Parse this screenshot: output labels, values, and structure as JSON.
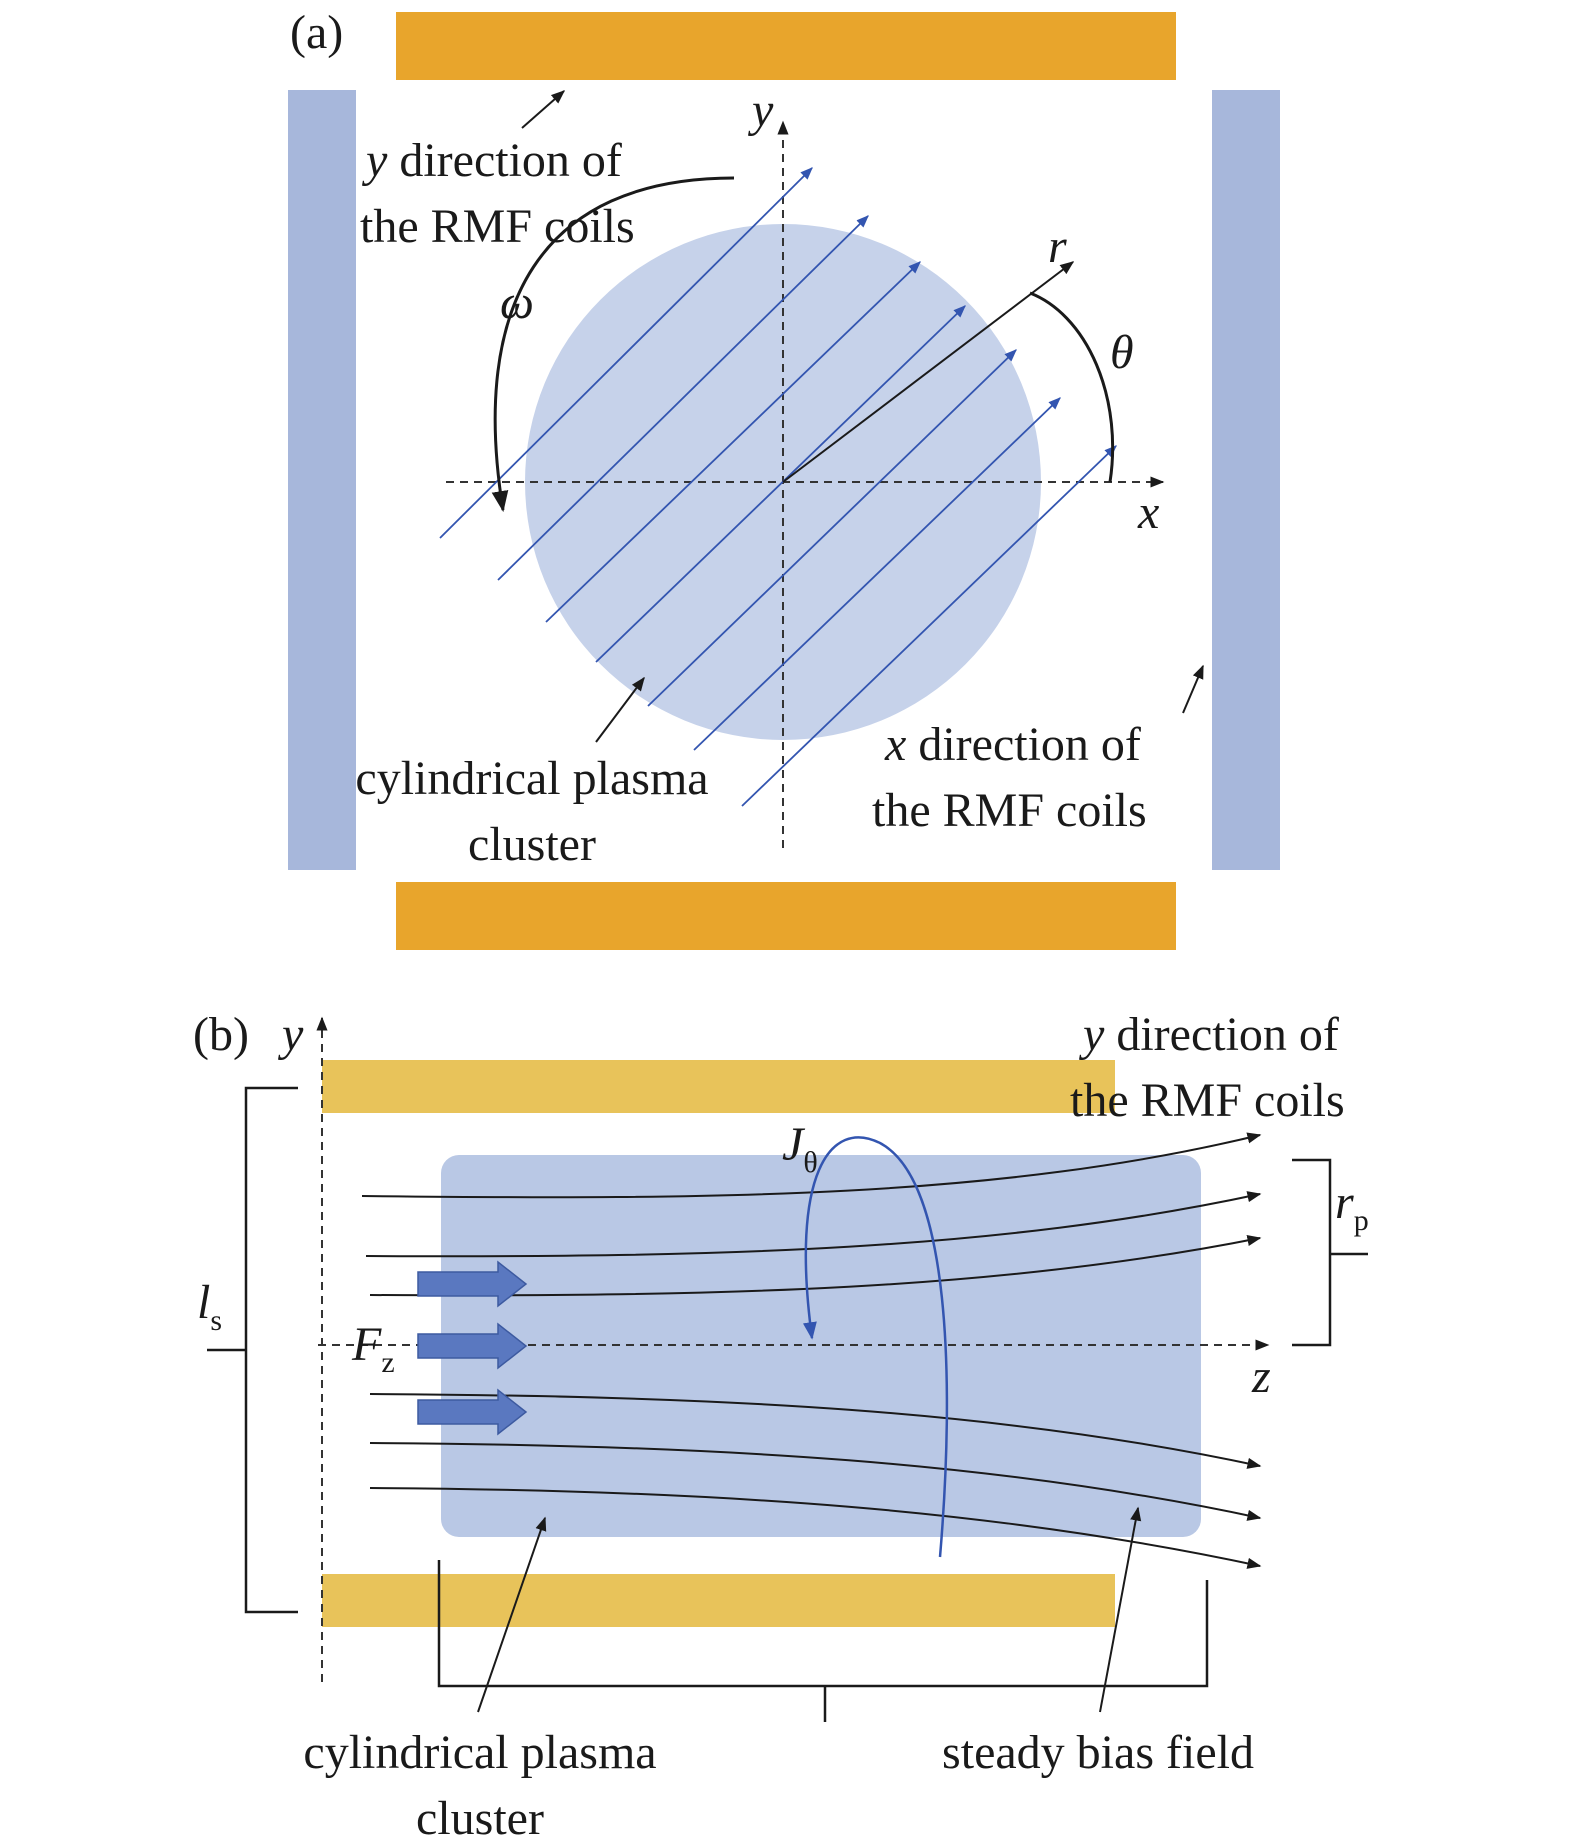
{
  "panel_a": {
    "tag": "(a)",
    "axis_x": "x",
    "axis_y": "y",
    "axis_r": "r",
    "angle_theta": "θ",
    "rotation_omega": "ω",
    "y_coils_var": "y",
    "y_coils_line1_rest": " direction of",
    "y_coils_line2": "the RMF coils",
    "x_coils_var": "x",
    "x_coils_line1_rest": " direction of",
    "x_coils_line2": "the RMF coils",
    "plasma_line1": "cylindrical plasma",
    "plasma_line2": "cluster"
  },
  "panel_b": {
    "tag": "(b)",
    "axis_y": "y",
    "axis_z": "z",
    "current_main": "J",
    "current_sub": "θ",
    "force_main": "F",
    "force_sub": "z",
    "length_main": "l",
    "length_sub": "s",
    "radius_main": "r",
    "radius_sub": "p",
    "y_coils_var": "y",
    "y_coils_line1_rest": " direction of",
    "y_coils_line2": "the RMF coils",
    "plasma_line1": "cylindrical plasma",
    "plasma_line2": "cluster",
    "bias_label": "steady bias field"
  },
  "colors": {
    "coil_orange": "#e8a52c",
    "coil_yellow": "#e8c35a",
    "coil_blue": "#a7b7db",
    "plasma": "#c6d2ea",
    "plasma_rect": "#b9c8e5",
    "field_blue": "#3355b0",
    "arrow_fill": "#5a78c0"
  }
}
